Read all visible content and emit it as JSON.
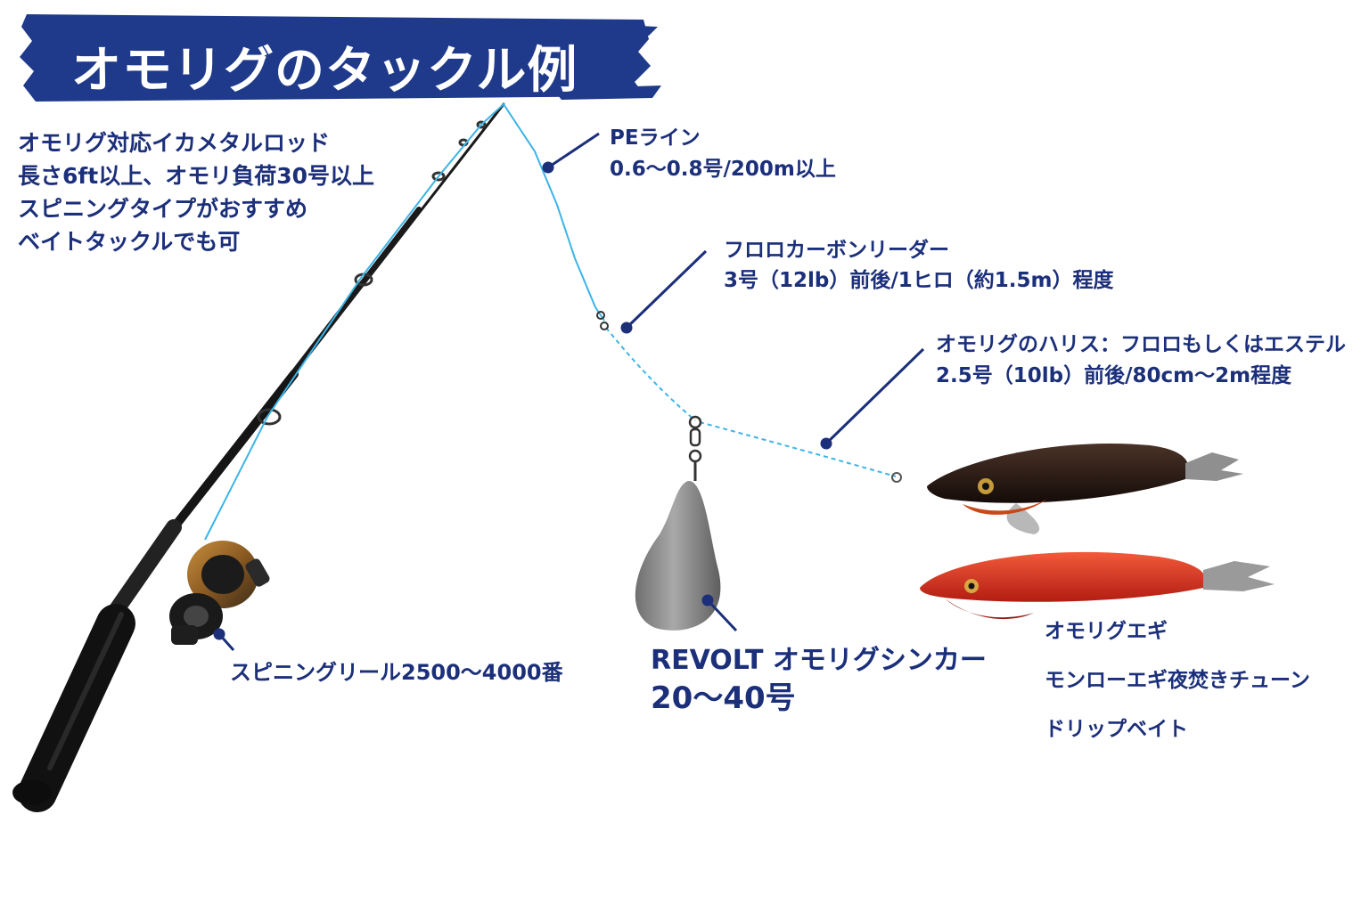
{
  "title": "オモリグのタックル例",
  "rod": {
    "lines": [
      "オモリグ対応イカメタルロッド",
      "長さ6ft以上、オモリ負荷30号以上",
      "スピニングタイプがおすすめ",
      "ベイトタックルでも可"
    ]
  },
  "pe_line": {
    "lines": [
      "PEライン",
      "0.6〜0.8号/200m以上"
    ]
  },
  "leader": {
    "lines": [
      "フロロカーボンリーダー",
      "3号（12lb）前後/1ヒロ（約1.5m）程度"
    ]
  },
  "harisu": {
    "lines": [
      "オモリグのハリス：フロロもしくはエステル",
      "2.5号（10lb）前後/80cm〜2m程度"
    ]
  },
  "reel": {
    "label": "スピニングリール2500〜4000番"
  },
  "sinker": {
    "name": "REVOLT オモリグシンカー",
    "size": "20〜40号"
  },
  "egi": {
    "lines": [
      "オモリグエギ",
      "モンローエギ夜焚きチューン",
      "ドリップベイト"
    ]
  },
  "colors": {
    "navy": "#1b2f7a",
    "banner": "#1f3a8a",
    "line_blue": "#3cb4e6",
    "sinker_gray": "#8a8a8a",
    "egi_black": "#2a1a14",
    "egi_red": "#d8321f"
  }
}
